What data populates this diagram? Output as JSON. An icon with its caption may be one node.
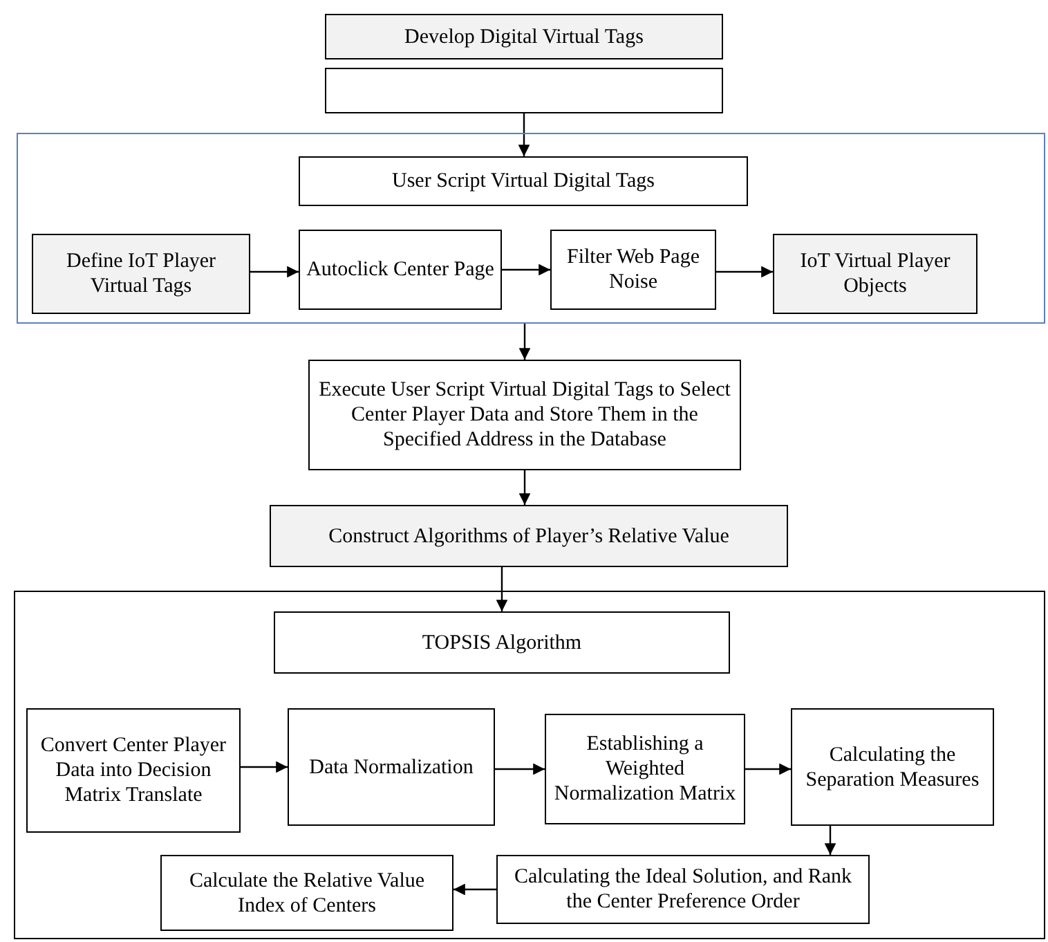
{
  "diagram": {
    "nodes": [
      {
        "text": [
          "Develop Digital Virtual Tags"
        ]
      },
      {
        "text": [],
        "shape": "box"
      },
      {
        "text": [],
        "shape": "box"
      },
      {
        "text": [
          "User Script Virtual Digital Tags"
        ],
        "in": 2
      },
      {
        "text": [
          "Define IoT Player Virtual Tags"
        ],
        "in": 2
      },
      {
        "text": [
          "Autoclick Center Page"
        ],
        "in": 2
      },
      {
        "text": [
          "Filter Web Page Noise"
        ],
        "in": 2
      },
      {
        "text": [
          "IoT Virtual Player Objects"
        ],
        "in": 2
      },
      {
        "text": [
          "Execute User Script Virtual Digital Tags to Select Center Player Data and Store Them in the Specified Address in the Database"
        ]
      },
      {
        "text": [
          "Construct Algorithms of Player’s Relative Value"
        ]
      },
      {
        "text": [],
        "shape": "box"
      },
      {
        "text": [
          "TOPSIS Algorithm"
        ],
        "in": 10
      },
      {
        "text": [
          "Convert Center Player Data into Decision Matrix Translate"
        ],
        "in": 10
      },
      {
        "text": [
          "Data Normalization"
        ],
        "in": 10
      },
      {
        "text": [
          "Establishing a Weighted Normalization Matrix"
        ],
        "in": 10
      },
      {
        "text": [
          "Calculating the Separation Measures"
        ],
        "in": 10
      },
      {
        "text": [
          "Calculating the Ideal Solution, and Rank the Center Preference Order"
        ],
        "in": 10
      },
      {
        "text": [
          "Calculate the Relative Value Index of Centers"
        ],
        "in": 10
      }
    ],
    "edges": [
      {
        "from": 1,
        "to": 3,
        "arrow": "to"
      },
      {
        "from": 4,
        "to": 5,
        "arrow": "to"
      },
      {
        "from": 5,
        "to": 6,
        "arrow": "to"
      },
      {
        "from": 6,
        "to": 7,
        "arrow": "to"
      },
      {
        "from": 2,
        "to": 8,
        "arrow": "to"
      },
      {
        "from": 8,
        "to": 9,
        "arrow": "to"
      },
      {
        "from": 9,
        "to": 11,
        "arrow": "to"
      },
      {
        "from": 12,
        "to": 13,
        "arrow": "to"
      },
      {
        "from": 13,
        "to": 14,
        "arrow": "to"
      },
      {
        "from": 14,
        "to": 15,
        "arrow": "to"
      },
      {
        "from": 15,
        "to": 16,
        "arrow": "to"
      },
      {
        "from": 16,
        "to": 17,
        "arrow": "to"
      }
    ]
  }
}
